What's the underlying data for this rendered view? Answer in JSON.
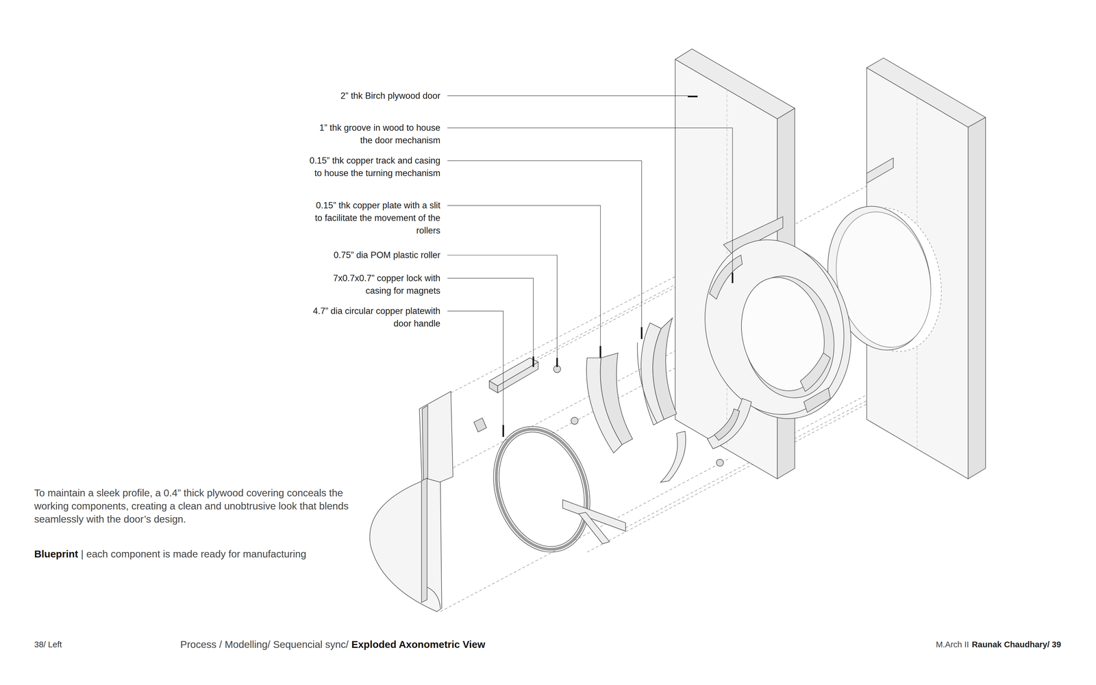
{
  "diagram": {
    "labels": [
      "2” thk Birch plywood door",
      "1” thk groove in wood to house the door mechanism",
      "0.15” thk copper track and casing to house the turning mechanism",
      "0.15” thk copper plate with a slit to facilitate the movement of the rollers",
      "0.75” dia POM plastic roller",
      "7x0.7x0.7” copper lock with casing for magnets",
      "4.7” dia circular copper platewith door handle",
      "To maintain a sleek profile, a 0.4” thick plywood covering conceals the working components, creating a clean and unobtrusive look that blends seamlessly with the door’s design.",
      "Blueprint",
      "| each component is made ready for manufacturing",
      "38/ Left",
      "Process / Modelling/ Sequencial sync/",
      "Exploded Axonometric View",
      "M.Arch II",
      "Raunak Chaudhary/ 39"
    ]
  }
}
